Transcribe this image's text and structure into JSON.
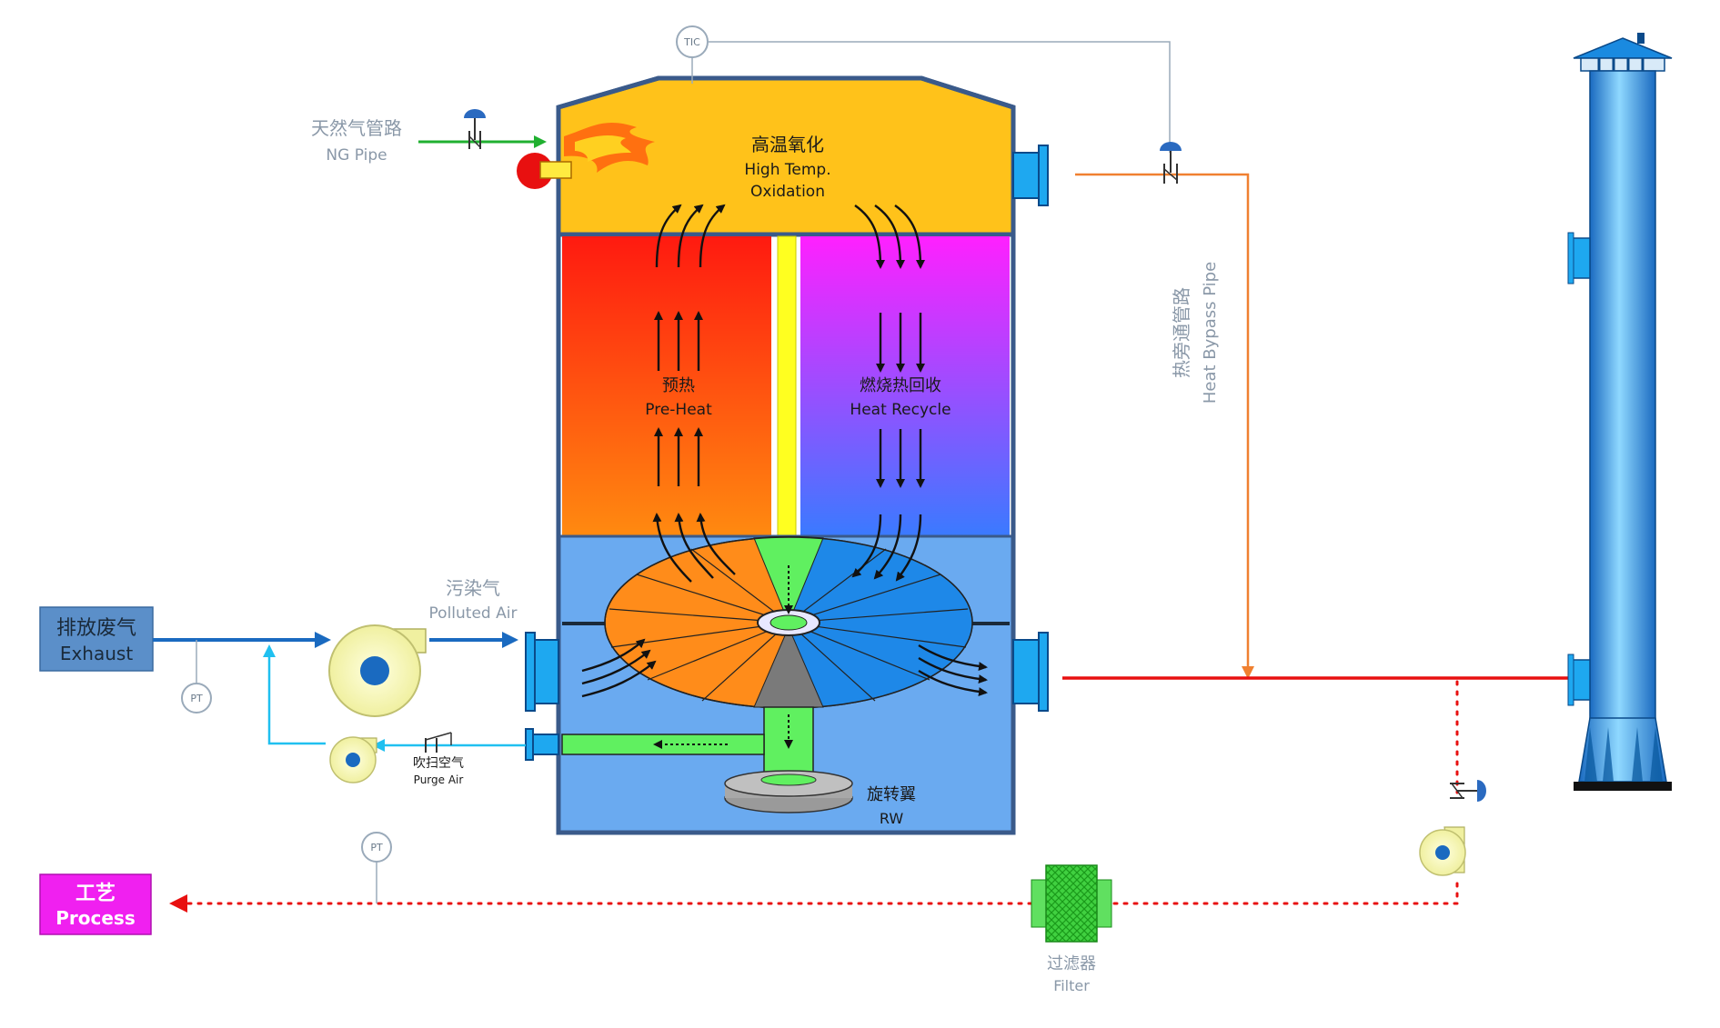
{
  "labels": {
    "ng_pipe_zh": "天然气管路",
    "ng_pipe_en": "NG Pipe",
    "oxidation_zh": "高温氧化",
    "oxidation_en1": "High Temp.",
    "oxidation_en2": "Oxidation",
    "preheat_zh": "预热",
    "preheat_en": "Pre-Heat",
    "recycle_zh": "燃烧热回收",
    "recycle_en": "Heat Recycle",
    "polluted_zh": "污染气",
    "polluted_en": "Polluted Air",
    "exhaust_zh": "排放废气",
    "exhaust_en": "Exhaust",
    "purge_zh": "吹扫空气",
    "purge_en": "Purge Air",
    "rw_zh": "旋转翼",
    "rw_en": "RW",
    "bypass_zh": "热旁通管路",
    "bypass_en": "Heat Bypass Pipe",
    "process_zh": "工艺",
    "process_en": "Process",
    "filter_zh": "过滤器",
    "filter_en": "Filter",
    "tic": "TIC",
    "pt1": "PT",
    "pt2": "PT"
  },
  "colors": {
    "vessel_border": "#3a5a8a",
    "oxidation_zone": "#ffc21a",
    "preheat_top": "#ff1a10",
    "preheat_bottom": "#ff8a10",
    "recycle_top": "#ff20ff",
    "recycle_bottom": "#3a7aff",
    "lower_chamber": "#6aaaf0",
    "divider": "#ffff20",
    "rotor_hot": "#ff8c1a",
    "rotor_cool": "#1e88e8",
    "rotor_purge": "#60f060",
    "flow_blue": "#1a6ac0",
    "flow_red": "#e81010",
    "flow_cyan": "#20c0f0",
    "flow_orange": "#f08030",
    "ng_green": "#20b030",
    "exhaust_box": "#5b8fc9",
    "process_box": "#f020f0",
    "filter": "#30d030",
    "stack": "#2a9ae0"
  }
}
